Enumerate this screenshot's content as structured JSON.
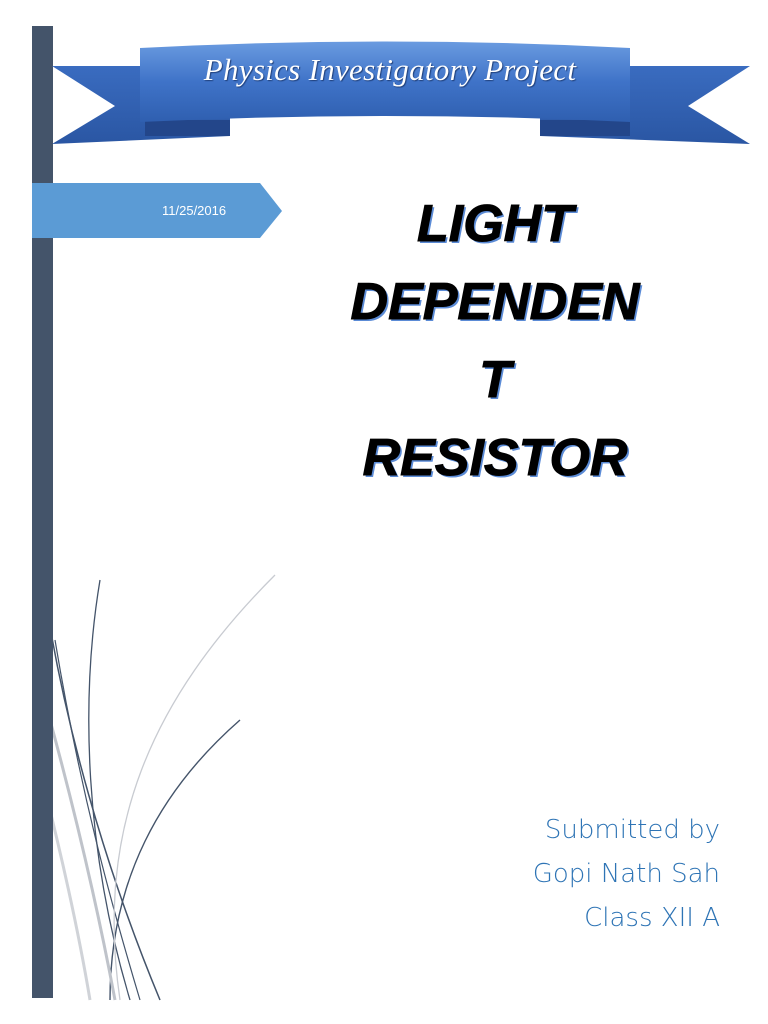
{
  "banner": {
    "title": "Physics Investigatory Project"
  },
  "date": "11/25/2016",
  "title_lines": [
    "LIGHT",
    "DEPENDEN",
    "T",
    "RESISTOR"
  ],
  "submitted": {
    "line1": "Submitted by",
    "name": "Gopi Nath Sah",
    "class": "Class XII A"
  },
  "colors": {
    "sidebar": "#44546a",
    "banner_blue": "#4a7fd0",
    "date_tab_blue": "#5b9bd5",
    "text_blue": "#2e74b5"
  }
}
